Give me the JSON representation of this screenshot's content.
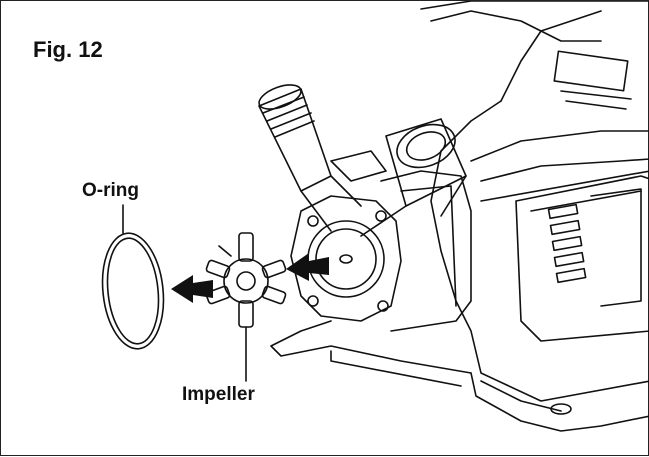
{
  "figure": {
    "title": "Fig. 12",
    "labels": {
      "oring": "O-ring",
      "impeller": "Impeller"
    },
    "parts": [
      "o-ring",
      "impeller",
      "pump-housing",
      "hose-connector",
      "arrow"
    ],
    "colors": {
      "line": "#111111",
      "background": "#ffffff"
    }
  }
}
